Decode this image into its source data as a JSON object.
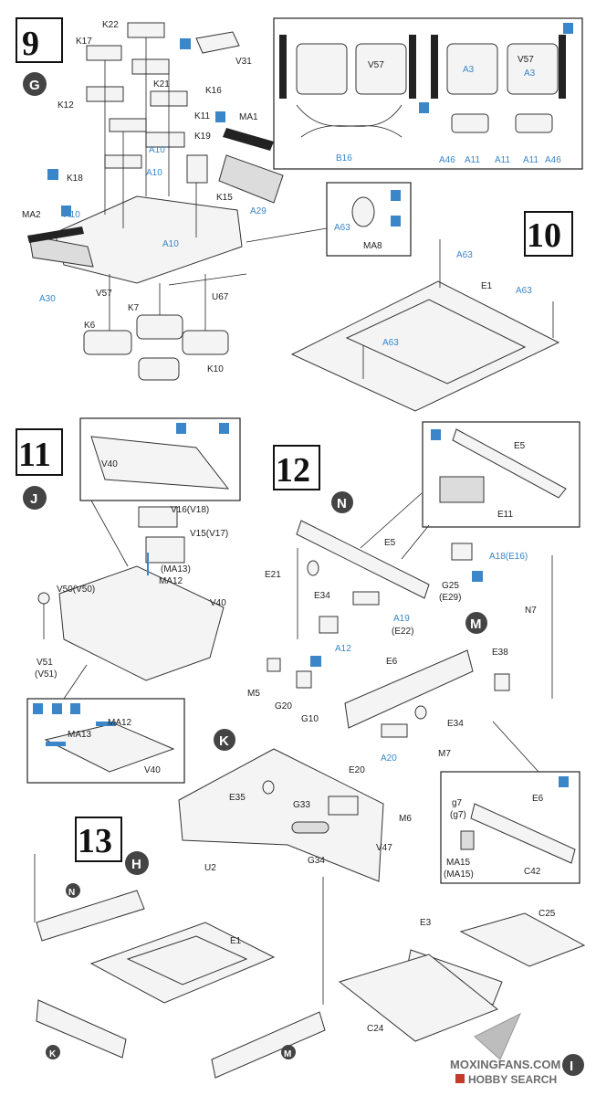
{
  "steps": {
    "s9": {
      "number": "9",
      "subassembly": "G",
      "labels": [
        "K22",
        "K17",
        "V31",
        "K12",
        "K21",
        "K16",
        "K11",
        "MA1",
        "K19",
        "K18",
        "A10",
        "A10",
        "A10",
        "MA2",
        "A10",
        "K15",
        "A29",
        "V57",
        "A30",
        "U67",
        "K7",
        "K6",
        "K10"
      ],
      "inset": {
        "labels": [
          "V57",
          "B16",
          "V57",
          "A3",
          "A3",
          "A46",
          "A11",
          "A11",
          "A11",
          "A46"
        ]
      }
    },
    "s10": {
      "number": "10",
      "inset": {
        "labels": [
          "A63",
          "MA8"
        ]
      },
      "labels": [
        "A63",
        "E1",
        "A63",
        "A63"
      ]
    },
    "s11": {
      "number": "11",
      "subassembly": "J",
      "labels": [
        "V40",
        "V16(V18)",
        "V15(V17)",
        "(MA13)",
        "MA12",
        "V50(V50)",
        "V40",
        "V51",
        "(V51)"
      ],
      "inset": {
        "labels": [
          "MA12",
          "MA13",
          "V40"
        ]
      }
    },
    "s12": {
      "number": "12",
      "labels": [
        "E5",
        "A18(E16)",
        "E21",
        "G25",
        "(E29)",
        "E34",
        "A19",
        "(E22)",
        "A12",
        "N7",
        "E6",
        "E38",
        "M5",
        "G20",
        "G10",
        "E34",
        "A20",
        "M7",
        "E20",
        "E35",
        "G33",
        "M6",
        "V47",
        "G34",
        "U2"
      ],
      "inset_top": {
        "labels": [
          "E5",
          "E11"
        ]
      },
      "inset_right": {
        "labels": [
          "E6",
          "g7",
          "(g7)",
          "MA15",
          "(MA15)",
          "C42"
        ]
      },
      "markers": [
        "N",
        "M",
        "K"
      ]
    },
    "s13": {
      "number": "13",
      "subassembly": "H",
      "labels": [
        "E1",
        "E3",
        "C25",
        "C24"
      ],
      "markers": [
        "N",
        "K",
        "M",
        "I"
      ]
    }
  },
  "watermark": {
    "line1": "MOXINGFANS.COM",
    "line2": "HOBBY SEARCH"
  },
  "colors": {
    "accent_blue": "#3a86c8",
    "ink": "#222222",
    "marker_fill": "#444444"
  }
}
